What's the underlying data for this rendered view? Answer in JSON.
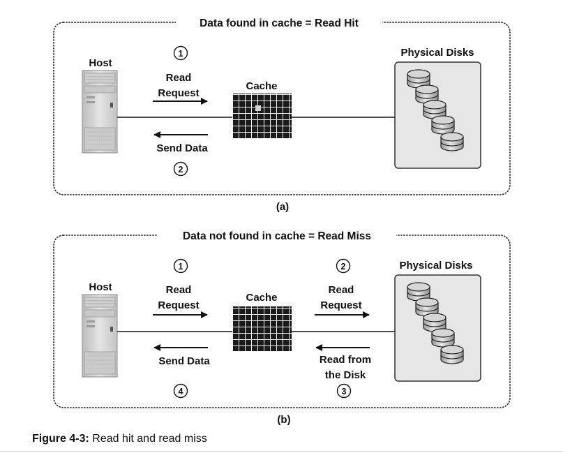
{
  "panels": [
    {
      "title": "Data found in cache = Read Hit",
      "sublabel": "(a)",
      "host_label": "Host",
      "cache_label": "Cache",
      "disks_label": "Physical Disks",
      "left_top": {
        "number": "1",
        "line1": "Read",
        "line2": "Request"
      },
      "left_bottom": {
        "number": "2",
        "line1": "Send Data"
      }
    },
    {
      "title": "Data not found in cache = Read Miss",
      "sublabel": "(b)",
      "host_label": "Host",
      "cache_label": "Cache",
      "disks_label": "Physical Disks",
      "left_top": {
        "number": "1",
        "line1": "Read",
        "line2": "Request"
      },
      "left_bottom": {
        "number": "4",
        "line1": "Send Data"
      },
      "right_top": {
        "number": "2",
        "line1": "Read",
        "line2": "Request"
      },
      "right_bottom": {
        "number": "3",
        "line1": "Read from",
        "line2": "the Disk"
      }
    }
  ],
  "caption": {
    "label": "Figure 4-3:",
    "text": " Read hit and read miss"
  },
  "colors": {
    "ink": "#111111",
    "host_body": "#d9d9d9",
    "disk_panel": "#e6e6e6",
    "cache_grid": "#1a1a1a",
    "cache_hit_cell": "#cfcfcf"
  }
}
